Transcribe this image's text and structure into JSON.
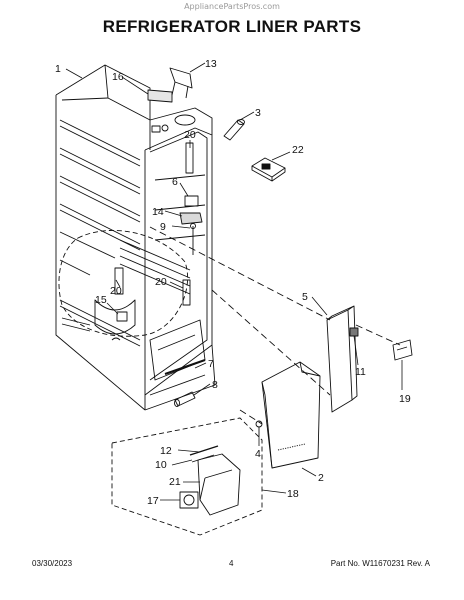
{
  "watermark": "AppliancePartsPros.com",
  "title": "REFRIGERATOR LINER PARTS",
  "callouts": [
    "1",
    "2",
    "3",
    "4",
    "5",
    "6",
    "7",
    "8",
    "9",
    "10",
    "11",
    "12",
    "13",
    "14",
    "15",
    "16",
    "17",
    "18",
    "19",
    "20",
    "20",
    "21",
    "22"
  ],
  "footer": {
    "date": "03/30/2023",
    "page": "4",
    "part": "Part No. W11670231  Rev. A"
  }
}
